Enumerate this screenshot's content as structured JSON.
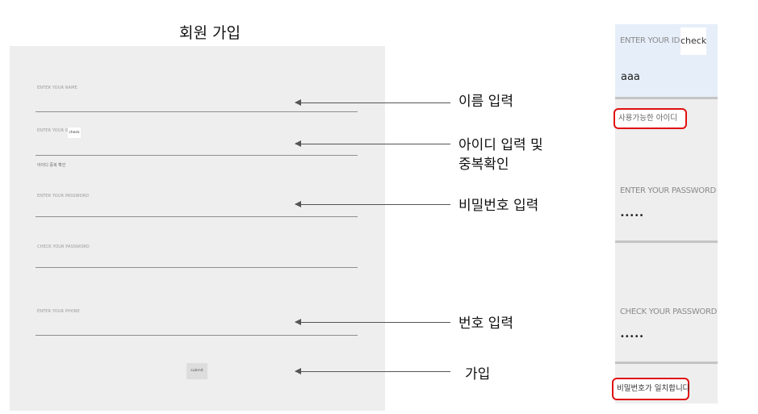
{
  "title": "회원 가입",
  "form": {
    "name_hint": "ENTER YOUR NAME",
    "id_hint": "ENTER YOUR ID",
    "check_label": "check",
    "dup_check_text": "아이디 중복 확인",
    "password_hint": "ENTER YOUR PASSWORD",
    "check_password_hint": "CHECK YOUR PASSWORD",
    "phone_hint": "ENTER YOUR PHONE",
    "submit_label": "submit"
  },
  "annotations": {
    "name": "이름 입력",
    "id_line1": "아이디 입력 및",
    "id_line2": "중복확인",
    "password": "비밀번호 입력",
    "phone": "번호  입력",
    "signup": "가입"
  },
  "mobile": {
    "id_hint": "ENTER YOUR ID",
    "check_label": "check",
    "id_value": "aaa",
    "id_status": "사용가능한 아이디",
    "password_hint": "ENTER YOUR PASSWORD",
    "password_value": "•••••",
    "check_password_hint": "CHECK YOUR PASSWORD",
    "check_password_value": "•••••",
    "password_status": "비밀번호가 일치합니다"
  },
  "colors": {
    "panel_bg": "#eeeeee",
    "highlight_border": "#e01010",
    "id_field_bg": "#e6eef9"
  }
}
